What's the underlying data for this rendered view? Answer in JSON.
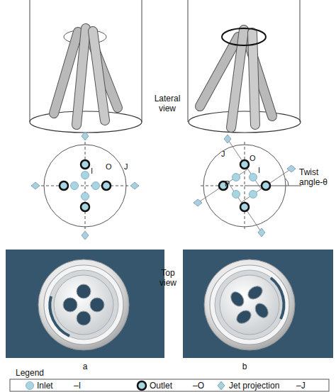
{
  "diagram": {
    "labels": [
      "Lateral view",
      "I",
      "O",
      "J",
      "J",
      "O",
      "P",
      "I",
      "Twist angle-θ",
      "Top view",
      "a",
      "b",
      "Legend",
      "–I",
      "–O",
      "–J"
    ],
    "legend": [
      {
        "text": "Inlet"
      },
      {
        "text": "Outlet"
      },
      {
        "text": "Jet projection"
      }
    ]
  }
}
